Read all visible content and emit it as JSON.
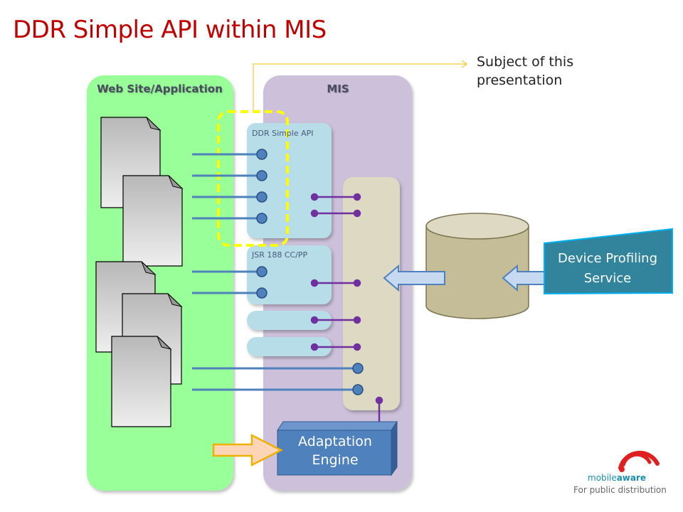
{
  "title": "DDR Simple API within MIS",
  "annotation": {
    "line1": "Subject of this",
    "line2": "presentation"
  },
  "panels": {
    "web_site": {
      "label": "Web Site/Application",
      "color": "#99ff99"
    },
    "mis": {
      "label": "MIS",
      "color": "#ccc0da"
    }
  },
  "components": {
    "ddr_simple_api": {
      "label": "DDR Simple API",
      "color": "#b7dde8"
    },
    "jsr188": {
      "label": "JSR 188 CC/PP",
      "color": "#b7dde8"
    },
    "repository_bus": {
      "color": "#ddd9c3"
    },
    "adaptation_engine": {
      "line1": "Adaptation",
      "line2": "Engine",
      "color": "#4f81bd"
    },
    "database": {
      "icon": "database-cylinder-icon",
      "color": "#c4bd97"
    },
    "device_profiling_service": {
      "line1": "Device Profiling",
      "line2": "Service",
      "color": "#31849b"
    }
  },
  "highlight": {
    "color": "#ffff00",
    "arrow_color": "#f0c000"
  },
  "connectors": {
    "blue": "#4f81bd",
    "purple": "#7030a0"
  },
  "logo": {
    "brand_light": "mobile",
    "brand_bold": "aware",
    "color": "#e02020"
  },
  "footer": "For public distribution"
}
